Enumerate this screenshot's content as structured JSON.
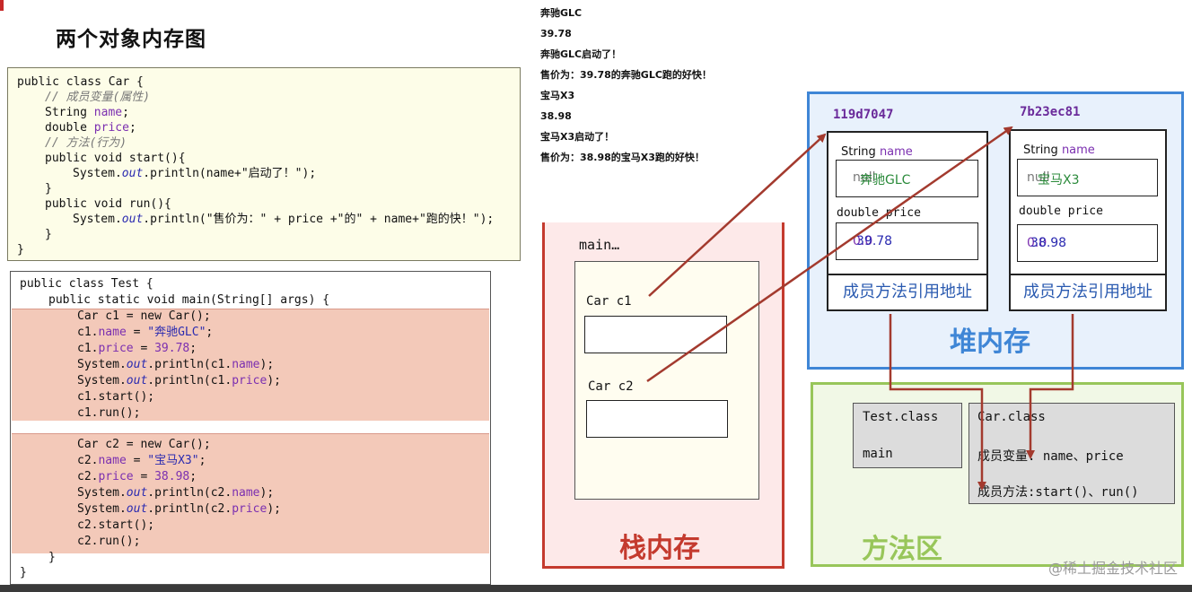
{
  "title": "两个对象内存图",
  "car_code": [
    "public class Car {",
    "// 成员变量(属性)",
    "String ",
    "name",
    ";",
    "double ",
    "price",
    ";",
    "// 方法(行为)",
    "public void start(){",
    "System.",
    "out",
    ".println(name+",
    "\"启动了！\"",
    ");",
    "}",
    "public void run(){",
    "System.",
    "out",
    ".println(",
    "\"售价为：\"",
    " + price +",
    "\"的\"",
    " + name+",
    "\"跑的快！\"",
    ");",
    "}",
    "}"
  ],
  "test_code": {
    "l1": "public class Test {",
    "l2": "public static void main(String[] args) {",
    "l3": "Car c1 = new Car();",
    "l4a": "c1.",
    "l4b": "name",
    "l4c": " = ",
    "l4d": "\"奔驰GLC\"",
    "l4e": ";",
    "l5a": "c1.",
    "l5b": "price",
    "l5c": " = ",
    "l5d": "39.78",
    "l5e": ";",
    "l6a": "System.",
    "l6b": "out",
    "l6c": ".println(c1.",
    "l6d": "name",
    "l6e": ");",
    "l7a": "System.",
    "l7b": "out",
    "l7c": ".println(c1.",
    "l7d": "price",
    "l7e": ");",
    "l8": "c1.start();",
    "l9": "c1.run();",
    "l10": "Car c2 = new Car();",
    "l11a": "c2.",
    "l11b": "name",
    "l11c": " = ",
    "l11d": "\"宝马X3\"",
    "l11e": ";",
    "l12a": "c2.",
    "l12b": "price",
    "l12c": " = ",
    "l12d": "38.98",
    "l12e": ";",
    "l13a": "System.",
    "l13b": "out",
    "l13c": ".println(c2.",
    "l13d": "name",
    "l13e": ");",
    "l14a": "System.",
    "l14b": "out",
    "l14c": ".println(c2.",
    "l14d": "price",
    "l14e": ");",
    "l15": "c2.start();",
    "l16": "c2.run();",
    "l17": "}",
    "l18": "}"
  },
  "console": [
    "奔驰GLC",
    "39.78",
    "奔驰GLC启动了！",
    "售价为：39.78的奔驰GLC跑的好快！",
    "宝马X3",
    "38.98",
    "宝马X3启动了！",
    "售价为：38.98的宝马X3跑的好快！"
  ],
  "stack": {
    "title": "栈内存",
    "frame_label": "main…",
    "var1": "Car  c1",
    "var2": "Car  c2"
  },
  "heap": {
    "title": "堆内存",
    "obj1": {
      "address": "119d7047",
      "field1_type": "String ",
      "field1_name": "name",
      "name_old": "null",
      "name_new": "奔驰GLC",
      "field2_type": "double ",
      "field2_name": "price",
      "price_old": "0.0",
      "price_new": "39.78",
      "methods": "成员方法引用地址"
    },
    "obj2": {
      "address": "7b23ec81",
      "field1_type": "String ",
      "field1_name": "name",
      "name_old": "null",
      "name_new": "宝马X3",
      "field2_type": "double ",
      "field2_name": "price",
      "price_old": "0.0",
      "price_new": "38.98",
      "methods": "成员方法引用地址"
    }
  },
  "method_area": {
    "title": "方法区",
    "test_class": "Test.class",
    "test_main": "main",
    "car_class": "Car.class",
    "car_fields": "成员变量: name、price",
    "car_methods": "成员方法:start()、run()"
  },
  "watermark": "@稀土掘金技术社区",
  "colors": {
    "stack_border": "#c43a2e",
    "heap_border": "#3f86d6",
    "method_border": "#98c65a",
    "arrow": "#a33a2e"
  }
}
